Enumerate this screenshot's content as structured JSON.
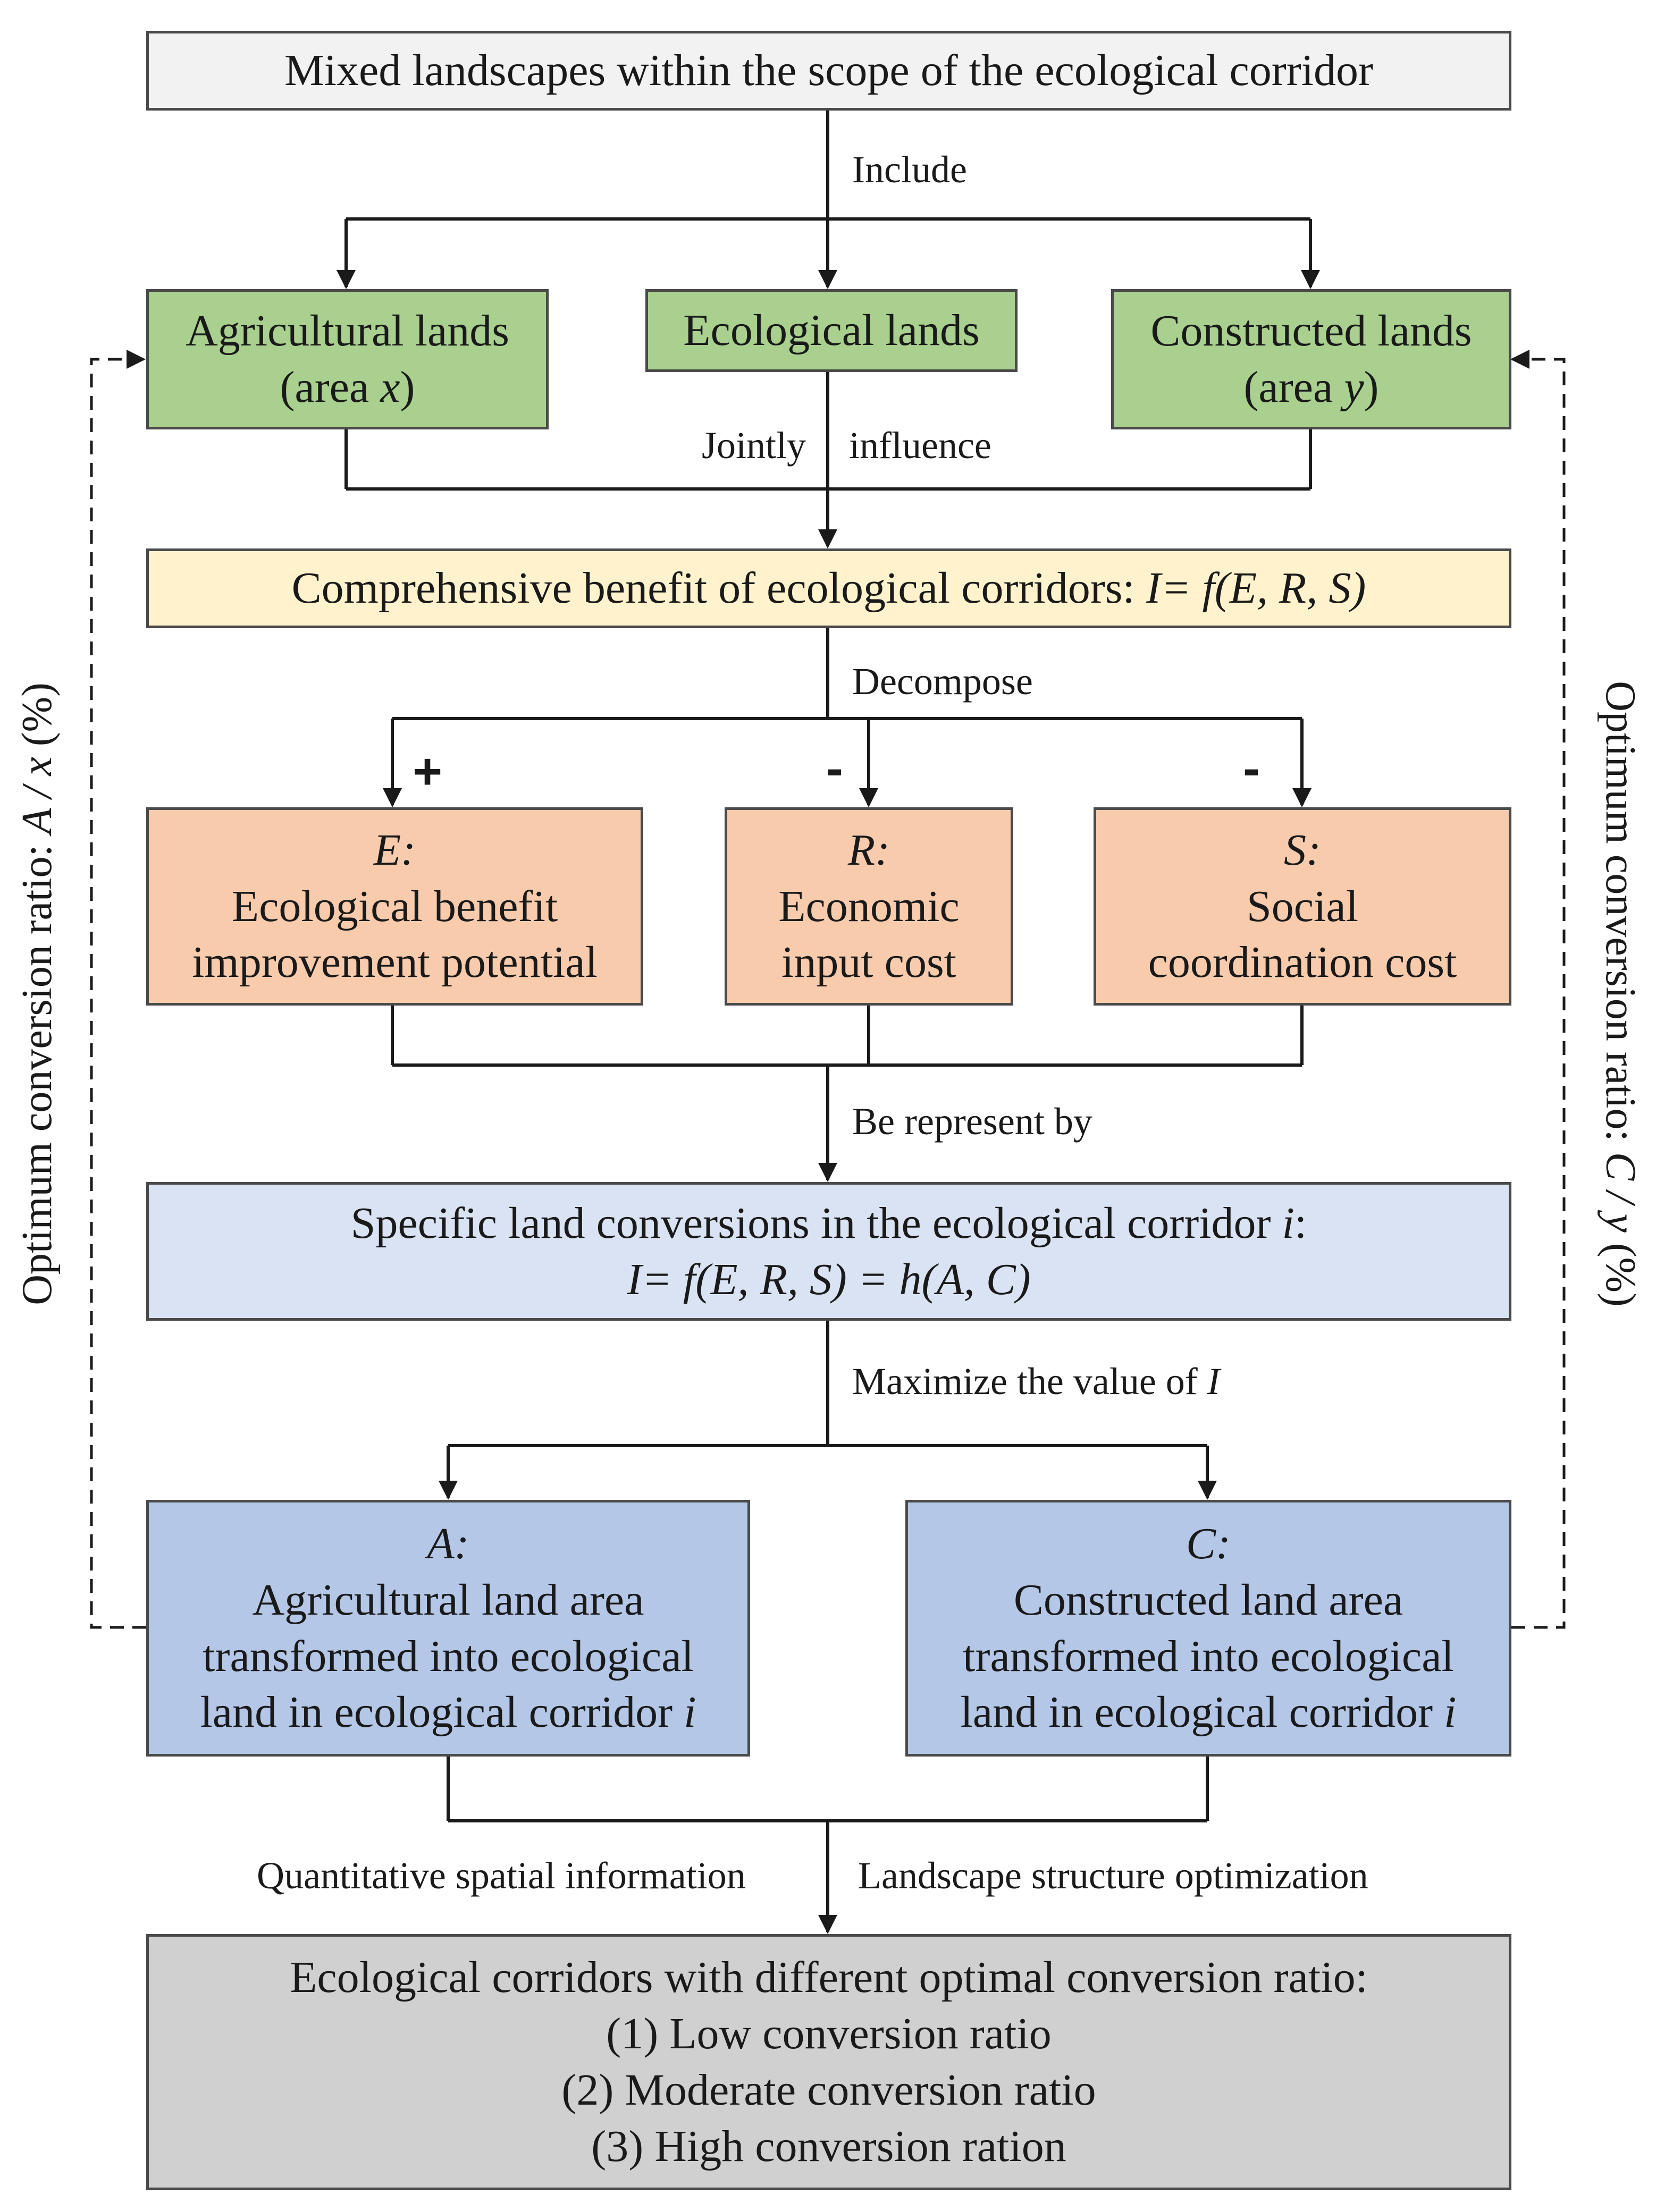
{
  "colors": {
    "top": "#f2f2f2",
    "green": "#a9d08e",
    "yellow": "#fff2cc",
    "orange": "#f8cbad",
    "lightblue": "#dae3f3",
    "blue": "#b4c7e7",
    "gray": "#d0d0d0",
    "line": "#1a1a1a"
  },
  "top": {
    "text": "Mixed landscapes within the scope of the ecological corridor"
  },
  "labels": {
    "include": "Include",
    "jointly": "Jointly",
    "influence": "influence",
    "decompose": "Decompose",
    "plus": "+",
    "minus_r": "-",
    "minus_s": "-",
    "represent": "Be represent by",
    "maximize": "Maximize the value of ",
    "maximize_var": "I",
    "quantitative": "Quantitative spatial information",
    "landscape": "Landscape structure optimization"
  },
  "agri": {
    "line1": "Agricultural lands",
    "line2_pre": "(area ",
    "line2_var": "x",
    "line2_post": ")"
  },
  "eco": {
    "line1": "Ecological lands"
  },
  "cons": {
    "line1": "Constructed lands",
    "line2_pre": "(area ",
    "line2_var": "y",
    "line2_post": ")"
  },
  "benefit": {
    "pre": "Comprehensive benefit of ecological corridors: ",
    "formula": "I= f(E, R, S)"
  },
  "e_box": {
    "var": "E:",
    "line1": "Ecological benefit",
    "line2": "improvement potential"
  },
  "r_box": {
    "var": "R:",
    "line1": "Economic",
    "line2": "input cost"
  },
  "s_box": {
    "var": "S:",
    "line1": "Social",
    "line2": "coordination cost"
  },
  "specific": {
    "line1_pre": "Specific land conversions in the ecological corridor ",
    "line1_var": "i",
    "line1_post": ":",
    "line2": "I= f(E, R, S) = h(A,  C)"
  },
  "a_box": {
    "var": "A:",
    "line1": "Agricultural land area",
    "line2": "transformed into ecological",
    "line3_pre": "land in ecological corridor ",
    "line3_var": "i"
  },
  "c_box": {
    "var": "C:",
    "line1": "Constructed land area",
    "line2": "transformed into ecological",
    "line3_pre": "land in ecological corridor ",
    "line3_var": "i"
  },
  "final": {
    "title": "Ecological corridors with different optimal conversion ratio:",
    "items": [
      "(1)  Low conversion ratio",
      "(2)  Moderate conversion ratio",
      "(3)  High conversion ration"
    ]
  },
  "side_left": {
    "pre": "Optimum conversion ratio: ",
    "var": "A / x",
    "post": " (%)"
  },
  "side_right": {
    "pre": "Optimum conversion ratio: ",
    "var": "C / y",
    "post": " (%)"
  }
}
